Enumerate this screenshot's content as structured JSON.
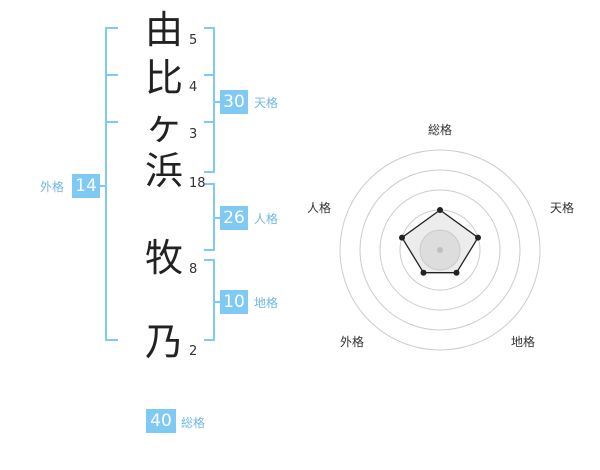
{
  "name_chars": [
    {
      "char": "由",
      "strokes": "5"
    },
    {
      "char": "比",
      "strokes": "4"
    },
    {
      "char": "ヶ",
      "strokes": "3"
    },
    {
      "char": "浜",
      "strokes": "18"
    },
    {
      "char": "牧",
      "strokes": "8"
    },
    {
      "char": "乃",
      "strokes": "2"
    }
  ],
  "kaku": {
    "tenkaku": {
      "value": "30",
      "label": "天格"
    },
    "jinkaku": {
      "value": "26",
      "label": "人格"
    },
    "chikaku": {
      "value": "10",
      "label": "地格"
    },
    "gaikaku": {
      "value": "14",
      "label": "外格"
    },
    "soukaku": {
      "value": "40",
      "label": "総格"
    }
  },
  "radar": {
    "axes": [
      "総格",
      "天格",
      "地格",
      "外格",
      "人格"
    ],
    "values": [
      0.5,
      0.5,
      0.35,
      0.35,
      0.5
    ],
    "accent": "#7fc9f5",
    "ring_color": "#cccccc"
  }
}
